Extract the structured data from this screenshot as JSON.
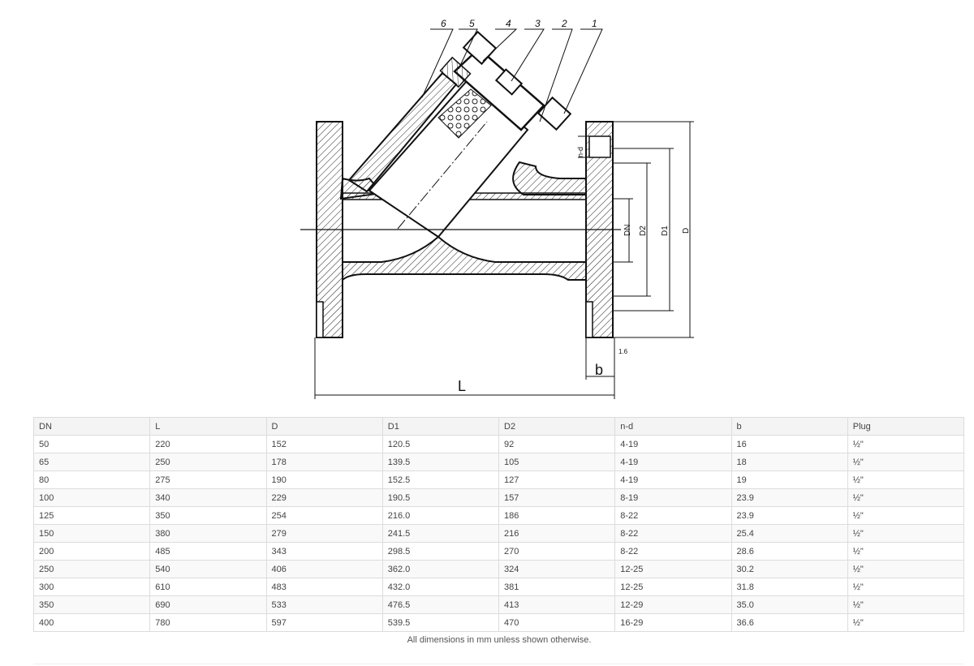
{
  "drawing": {
    "callouts": [
      "6",
      "5",
      "4",
      "3",
      "2",
      "1"
    ],
    "dimension_labels": {
      "dn": "DN",
      "d2": "D2",
      "d1": "D1",
      "d": "D",
      "nd": "n-d",
      "b": "b",
      "l": "L",
      "raised_face": "1.6"
    }
  },
  "table": {
    "headers": [
      "DN",
      "L",
      "D",
      "D1",
      "D2",
      "n-d",
      "b",
      "Plug"
    ],
    "rows": [
      [
        "50",
        "220",
        "152",
        "120.5",
        "92",
        "4-19",
        "16",
        "½\""
      ],
      [
        "65",
        "250",
        "178",
        "139.5",
        "105",
        "4-19",
        "18",
        "½\""
      ],
      [
        "80",
        "275",
        "190",
        "152.5",
        "127",
        "4-19",
        "19",
        "½\""
      ],
      [
        "100",
        "340",
        "229",
        "190.5",
        "157",
        "8-19",
        "23.9",
        "½\""
      ],
      [
        "125",
        "350",
        "254",
        "216.0",
        "186",
        "8-22",
        "23.9",
        "½\""
      ],
      [
        "150",
        "380",
        "279",
        "241.5",
        "216",
        "8-22",
        "25.4",
        "½\""
      ],
      [
        "200",
        "485",
        "343",
        "298.5",
        "270",
        "8-22",
        "28.6",
        "½\""
      ],
      [
        "250",
        "540",
        "406",
        "362.0",
        "324",
        "12-25",
        "30.2",
        "½\""
      ],
      [
        "300",
        "610",
        "483",
        "432.0",
        "381",
        "12-25",
        "31.8",
        "½\""
      ],
      [
        "350",
        "690",
        "533",
        "476.5",
        "413",
        "12-29",
        "35.0",
        "½\""
      ],
      [
        "400",
        "780",
        "597",
        "539.5",
        "470",
        "16-29",
        "36.6",
        "½\""
      ]
    ]
  },
  "footnote": "All dimensions in mm unless shown otherwise."
}
